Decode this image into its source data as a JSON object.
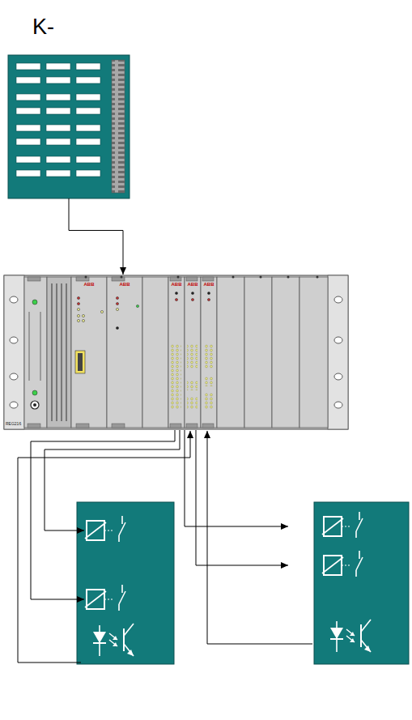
{
  "diagram": {
    "nodes": [
      {
        "text": [
          "K-"
        ]
      },
      {
        "text": [
          "ABB",
          "ABB",
          "ABB",
          "ABB",
          "ABB",
          "REG216"
        ]
      }
    ],
    "edges": [
      {
        "from": 0,
        "to": 1,
        "arrow": "to"
      }
    ]
  }
}
